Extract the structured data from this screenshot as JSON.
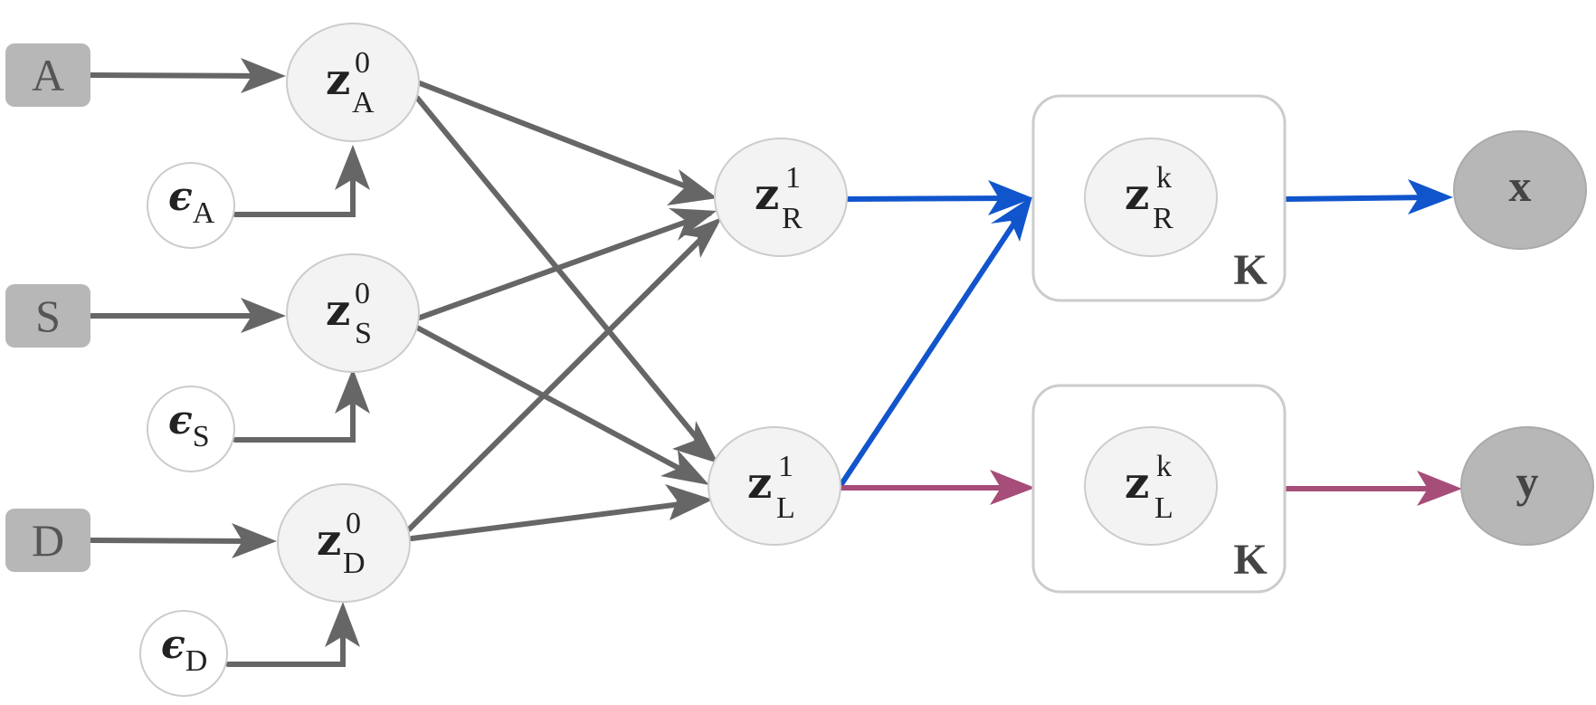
{
  "colors": {
    "gray_edge": "#666666",
    "blue_edge": "#1155cc",
    "pink_edge": "#a64d79",
    "input_box": "#b7b7b7",
    "latent_fill": "#f3f3f3",
    "observed_fill": "#b7b7b7",
    "plate_border": "#cccccc"
  },
  "inputs": {
    "A": {
      "label": "A"
    },
    "S": {
      "label": "S"
    },
    "D": {
      "label": "D"
    }
  },
  "noise": {
    "A": {
      "symbol": "ϵ",
      "sub": "A"
    },
    "S": {
      "symbol": "ϵ",
      "sub": "S"
    },
    "D": {
      "symbol": "ϵ",
      "sub": "D"
    }
  },
  "latents": {
    "zA0": {
      "symbol": "z",
      "sup": "0",
      "sub": "A"
    },
    "zS0": {
      "symbol": "z",
      "sup": "0",
      "sub": "S"
    },
    "zD0": {
      "symbol": "z",
      "sup": "0",
      "sub": "D"
    },
    "zR1": {
      "symbol": "z",
      "sup": "1",
      "sub": "R"
    },
    "zL1": {
      "symbol": "z",
      "sup": "1",
      "sub": "L"
    },
    "zRk": {
      "symbol": "z",
      "sup": "k",
      "sub": "R"
    },
    "zLk": {
      "symbol": "z",
      "sup": "k",
      "sub": "L"
    }
  },
  "plates": {
    "top": {
      "label": "K"
    },
    "bottom": {
      "label": "K"
    }
  },
  "outputs": {
    "x": {
      "label": "x"
    },
    "y": {
      "label": "y"
    }
  }
}
